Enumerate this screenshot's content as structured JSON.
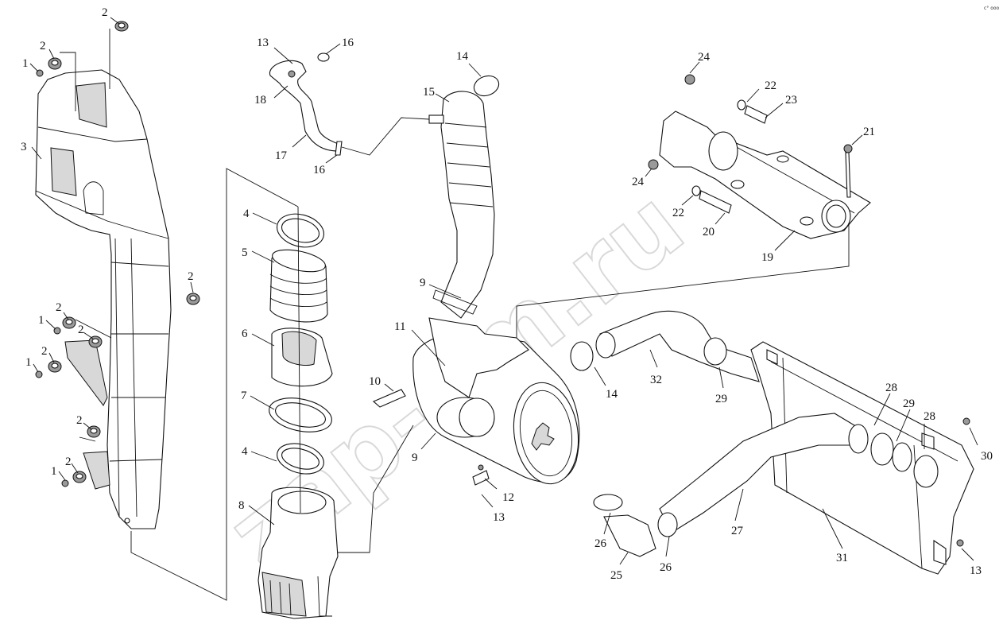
{
  "watermark": "zap-am.ru",
  "corner_code": "c° ooo",
  "callouts": [
    {
      "id": "c1",
      "text": "2"
    },
    {
      "id": "c2",
      "text": "2"
    },
    {
      "id": "c3",
      "text": "1"
    },
    {
      "id": "c4",
      "text": "3"
    },
    {
      "id": "c5",
      "text": "2"
    },
    {
      "id": "c6",
      "text": "2"
    },
    {
      "id": "c7",
      "text": "1"
    },
    {
      "id": "c8",
      "text": "2"
    },
    {
      "id": "c9",
      "text": "2"
    },
    {
      "id": "c10",
      "text": "1"
    },
    {
      "id": "c11",
      "text": "2"
    },
    {
      "id": "c12",
      "text": "2"
    },
    {
      "id": "c13",
      "text": "1"
    },
    {
      "id": "c14",
      "text": "13"
    },
    {
      "id": "c15",
      "text": "16"
    },
    {
      "id": "c16",
      "text": "18"
    },
    {
      "id": "c17",
      "text": "17"
    },
    {
      "id": "c18",
      "text": "16"
    },
    {
      "id": "c19",
      "text": "4"
    },
    {
      "id": "c20",
      "text": "5"
    },
    {
      "id": "c21",
      "text": "6"
    },
    {
      "id": "c22",
      "text": "7"
    },
    {
      "id": "c23",
      "text": "4"
    },
    {
      "id": "c24",
      "text": "8"
    },
    {
      "id": "c25",
      "text": "14"
    },
    {
      "id": "c26",
      "text": "15"
    },
    {
      "id": "c27",
      "text": "9"
    },
    {
      "id": "c28",
      "text": "11"
    },
    {
      "id": "c29",
      "text": "10"
    },
    {
      "id": "c30",
      "text": "9"
    },
    {
      "id": "c31",
      "text": "12"
    },
    {
      "id": "c32",
      "text": "13"
    },
    {
      "id": "c33",
      "text": "24"
    },
    {
      "id": "c34",
      "text": "22"
    },
    {
      "id": "c35",
      "text": "23"
    },
    {
      "id": "c36",
      "text": "21"
    },
    {
      "id": "c37",
      "text": "24"
    },
    {
      "id": "c38",
      "text": "22"
    },
    {
      "id": "c39",
      "text": "20"
    },
    {
      "id": "c40",
      "text": "19"
    },
    {
      "id": "c41",
      "text": "14"
    },
    {
      "id": "c42",
      "text": "32"
    },
    {
      "id": "c43",
      "text": "29"
    },
    {
      "id": "c44",
      "text": "28"
    },
    {
      "id": "c45",
      "text": "29"
    },
    {
      "id": "c46",
      "text": "28"
    },
    {
      "id": "c47",
      "text": "30"
    },
    {
      "id": "c48",
      "text": "27"
    },
    {
      "id": "c49",
      "text": "26"
    },
    {
      "id": "c50",
      "text": "26"
    },
    {
      "id": "c51",
      "text": "25"
    },
    {
      "id": "c52",
      "text": "31"
    },
    {
      "id": "c53",
      "text": "13"
    }
  ]
}
